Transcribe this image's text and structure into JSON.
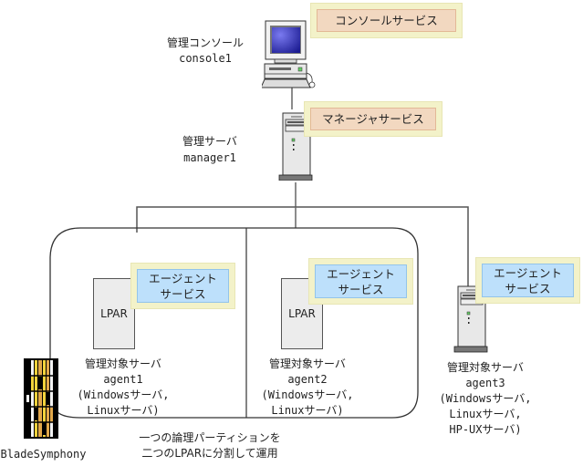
{
  "console": {
    "name": "管理コンソール",
    "host": "console1",
    "service": "コンソールサービス",
    "icon": "desktop-computer-icon"
  },
  "manager": {
    "name": "管理サーバ",
    "host": "manager1",
    "service": "マネージャサービス",
    "icon": "tower-server-icon"
  },
  "agents": [
    {
      "name": "管理対象サーバ",
      "host": "agent1",
      "os_line1": "(Windowsサーバ,",
      "os_line2": "Linuxサーバ)",
      "service_line1": "エージェント",
      "service_line2": "サービス",
      "lpar_label": "LPAR"
    },
    {
      "name": "管理対象サーバ",
      "host": "agent2",
      "os_line1": "(Windowsサーバ,",
      "os_line2": "Linuxサーバ)",
      "service_line1": "エージェント",
      "service_line2": "サービス",
      "lpar_label": "LPAR"
    },
    {
      "name": "管理対象サーバ",
      "host": "agent3",
      "os_line1": "(Windowsサーバ,",
      "os_line2": "Linuxサーバ,",
      "os_line3": "HP-UXサーバ)",
      "service_line1": "エージェント",
      "service_line2": "サービス"
    }
  ],
  "blade": {
    "label": "BladeSymphony",
    "icon": "blade-server-icon"
  },
  "partition_note": {
    "line1": "一つの論理パーティションを",
    "line2": "二つのLPARに分割して運用"
  },
  "colors": {
    "service_outer": "#f3f2c9",
    "console_service_fill": "#f2d8c0",
    "agent_service_fill": "#bde0fb",
    "line": "#444444"
  }
}
